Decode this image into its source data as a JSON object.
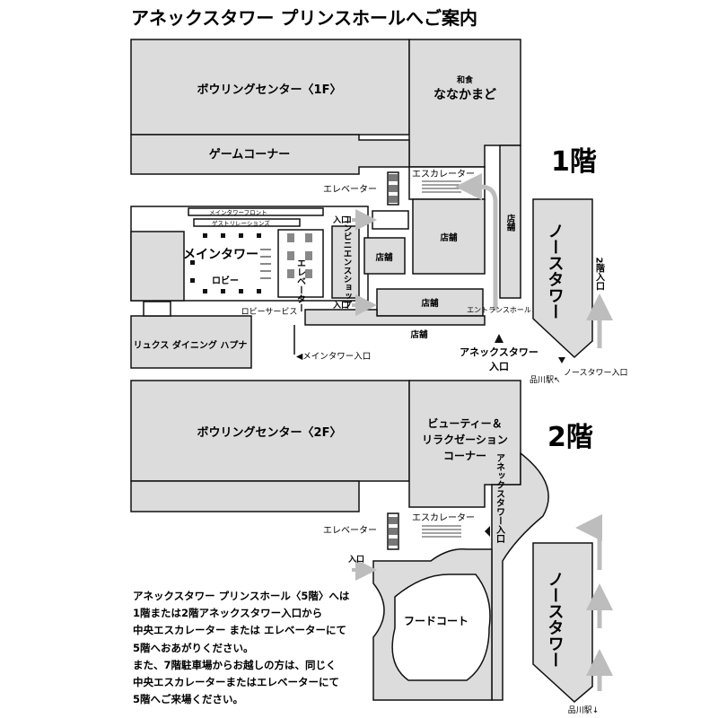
{
  "page": {
    "title": "アネックスタワー プリンスホールへご案内"
  },
  "floor1": {
    "label": "1階",
    "bowling": "ボウリングセンター〈1F〉",
    "washoku_small": "和食",
    "washoku": "ななかまど",
    "game": "ゲームコーナー",
    "escalator": "エスカレーター",
    "elevator_label": "エレベーター",
    "main_front": "メインタワーフロント",
    "guest_relations": "ゲストリレーションズ",
    "entrance_upper": "入口",
    "entrance_lower": "入口",
    "main_tower": "メインタワー",
    "lobby": "ロビー",
    "elevator_vertical": "エレベーター",
    "convenience": "コンビニエンスショップ",
    "shop_a": "店舗",
    "shop_b": "店舗",
    "shop_c": "店舗",
    "shop_d": "店舗",
    "shop_right": "店舗",
    "lobby_service": "ロビーサービス",
    "entrance_hall": "エントランスホール",
    "annex_entrance_l1": "アネックスタワー",
    "annex_entrance_l2": "入口",
    "lux": "リュクス ダイニング ハプナ",
    "main_tower_entrance": "◀メインタワー入口",
    "north_tower": "ノースタワー",
    "second_floor_entrance": "2階入口",
    "north_tower_entrance": "ノースタワー入口",
    "shinagawa": "品川駅↖"
  },
  "floor2": {
    "label": "2階",
    "bowling": "ボウリングセンター〈2F〉",
    "beauty_l1": "ビューティー＆",
    "beauty_l2": "リラクゼーション",
    "beauty_l3": "コーナー",
    "escalator": "エスカレーター",
    "elevator_label": "エレベーター",
    "entrance": "入口",
    "annex_tower_entrance": "アネックスタワー入口",
    "food_court": "フードコート",
    "north_tower": "ノースタワー",
    "shinagawa": "品川駅↓"
  },
  "note": {
    "lines": [
      "アネックスタワー プリンスホール〈5階〉へは",
      "1階または2階アネックスタワー入口から",
      "中央エスカレーター または エレベーターにて",
      "5階へおあがりください。",
      "また、7階駐車場からお越しの方は、同じく",
      "中央エスカレーターまたはエレベーターにて",
      "5階へご来場ください。"
    ]
  },
  "colors": {
    "block": "#dcdcdc",
    "line": "#111111",
    "arrow": "#bdbdbd",
    "dark": "#555555"
  }
}
